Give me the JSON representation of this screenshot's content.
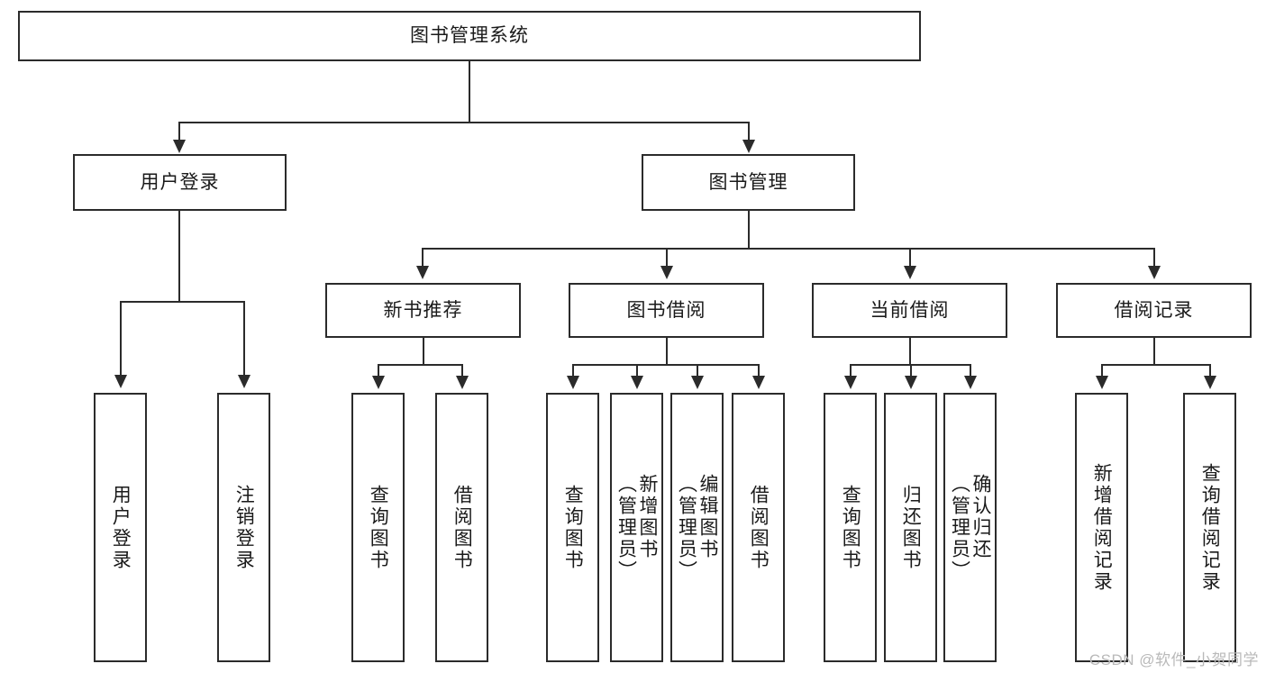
{
  "diagram": {
    "type": "tree",
    "title": "图书管理系统",
    "watermark": "CSDN @软件_小贺同学",
    "colors": {
      "stroke": "#2b2b2b",
      "fill": "#ffffff",
      "text": "#1a1a1a",
      "watermark": "#b9b9b9"
    },
    "root": {
      "label": "图书管理系统"
    },
    "level2": [
      {
        "label": "用户登录"
      },
      {
        "label": "图书管理"
      }
    ],
    "level3": [
      {
        "label": "新书推荐"
      },
      {
        "label": "图书借阅"
      },
      {
        "label": "当前借阅"
      },
      {
        "label": "借阅记录"
      }
    ],
    "leaves": {
      "user_login": [
        {
          "label": "用户登录"
        },
        {
          "label": "注销登录"
        }
      ],
      "new_book": [
        {
          "label": "查询图书"
        },
        {
          "label": "借阅图书"
        }
      ],
      "borrow_book": [
        {
          "label": "查询图书"
        },
        {
          "label": "新增图书\n（管理员）"
        },
        {
          "label": "编辑图书\n（管理员）"
        },
        {
          "label": "借阅图书"
        }
      ],
      "current_borrow": [
        {
          "label": "查询图书"
        },
        {
          "label": "归还图书"
        },
        {
          "label": "确认归还\n（管理员）"
        }
      ],
      "borrow_record": [
        {
          "label": "新增借阅记录"
        },
        {
          "label": "查询借阅记录"
        }
      ]
    }
  }
}
